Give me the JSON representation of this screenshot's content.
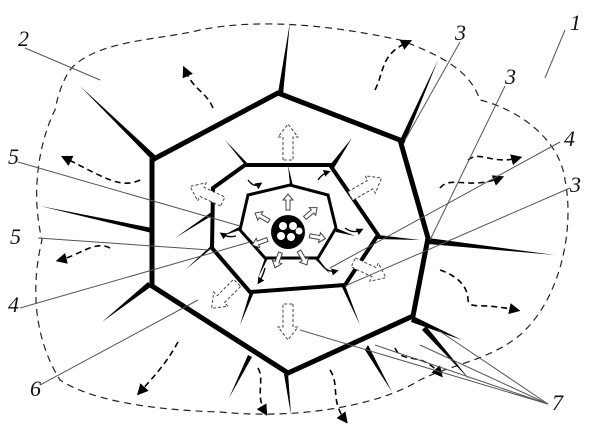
{
  "labels": [
    "1",
    "2",
    "3",
    "3",
    "3",
    "4",
    "4",
    "5",
    "5",
    "6",
    "7"
  ]
}
